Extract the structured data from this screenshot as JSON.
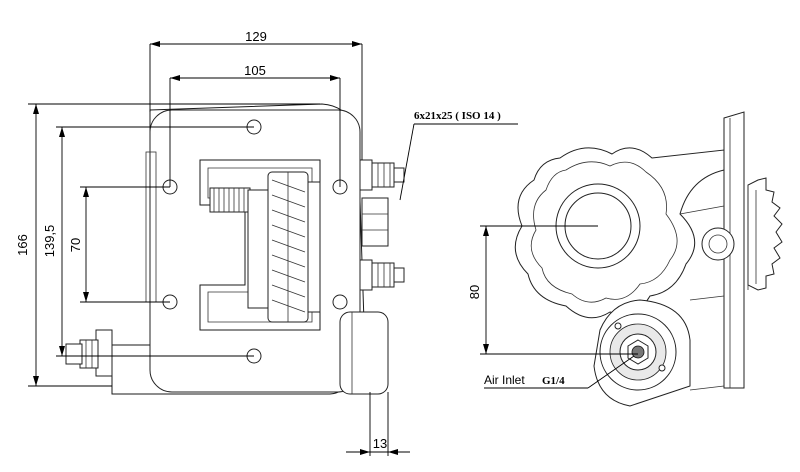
{
  "dimensions": {
    "d129": "129",
    "d105": "105",
    "d166": "166",
    "d139": "139,5",
    "d70": "70",
    "d13": "13",
    "d80": "80"
  },
  "labels": {
    "spline": "6x21x25 ( ISO 14 )",
    "air_inlet": "Air Inlet",
    "air_thread": "G1/4"
  }
}
